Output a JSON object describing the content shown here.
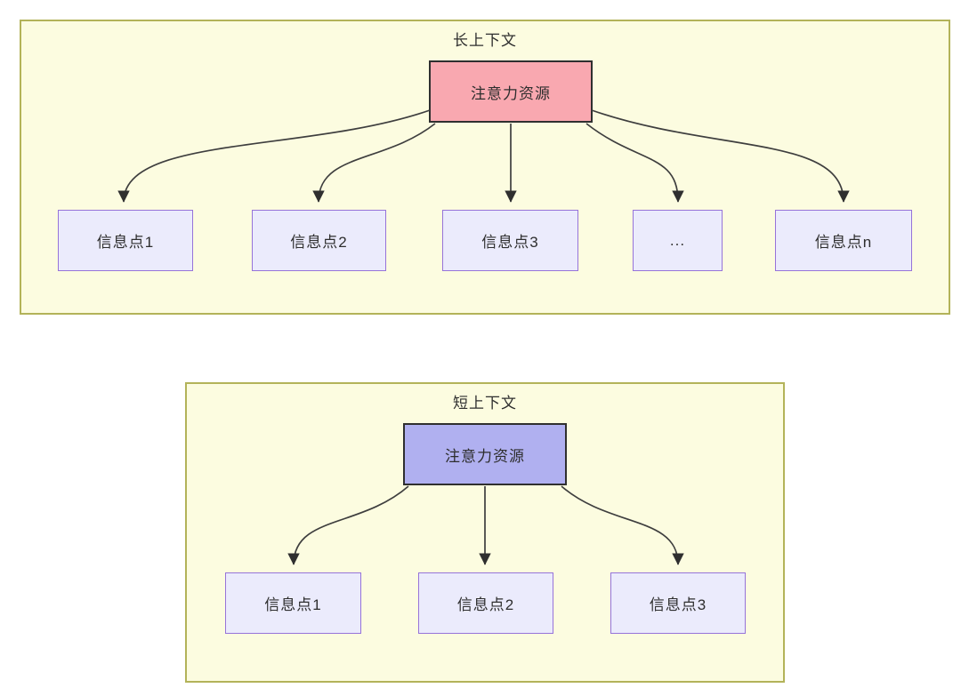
{
  "diagram": {
    "panels": [
      {
        "title": "长上下文",
        "root_label": "注意力资源",
        "children": [
          "信息点1",
          "信息点2",
          "信息点3",
          "...",
          "信息点n"
        ]
      },
      {
        "title": "短上下文",
        "root_label": "注意力资源",
        "children": [
          "信息点1",
          "信息点2",
          "信息点3"
        ]
      }
    ],
    "colors": {
      "panel_background": "#fcfce0",
      "panel_border": "#b3b359",
      "attention_node_long": "#f9a8b0",
      "attention_node_short": "#b0b0f0",
      "attention_node_border": "#2f2f2f",
      "info_node_fill": "#ebebfc",
      "info_node_border": "#9673d9",
      "arrow": "#3e3e3e",
      "text": "#2e2e2e"
    }
  }
}
